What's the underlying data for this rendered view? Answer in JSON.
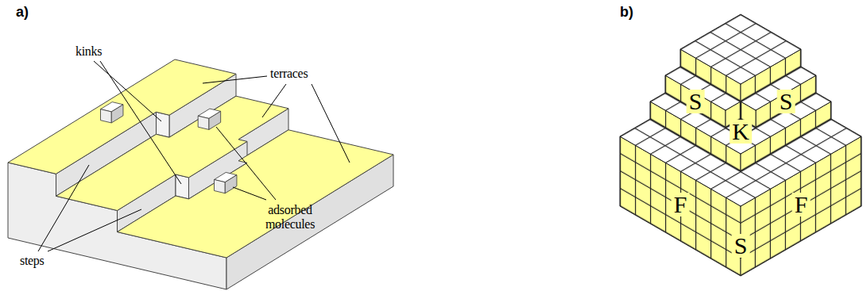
{
  "diagram": {
    "labels": [
      "a)",
      "b)",
      "kinks",
      "terraces",
      "adsorbed molecules",
      "steps",
      "S",
      "S",
      "K",
      "F",
      "F",
      "S"
    ]
  }
}
